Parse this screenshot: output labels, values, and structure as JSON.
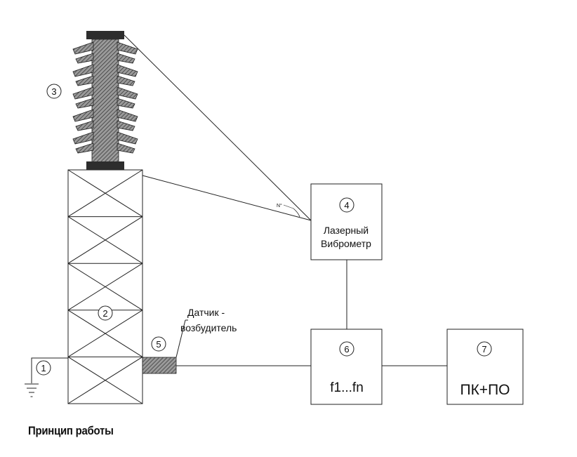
{
  "markers": {
    "ground": "1",
    "tower": "2",
    "insulator": "3",
    "vibrometer": "4",
    "exciter": "5",
    "analyzer": "6",
    "pc": "7"
  },
  "labels": {
    "vibrometer_line1": "Лазерный",
    "vibrometer_line2": "Виброметр",
    "exciter_line1": "Датчик -",
    "exciter_line2": "возбудитель",
    "analyzer": "f1...fn",
    "pc": "ПК+ПО",
    "angle": "N°"
  },
  "caption": "Принцип работы"
}
